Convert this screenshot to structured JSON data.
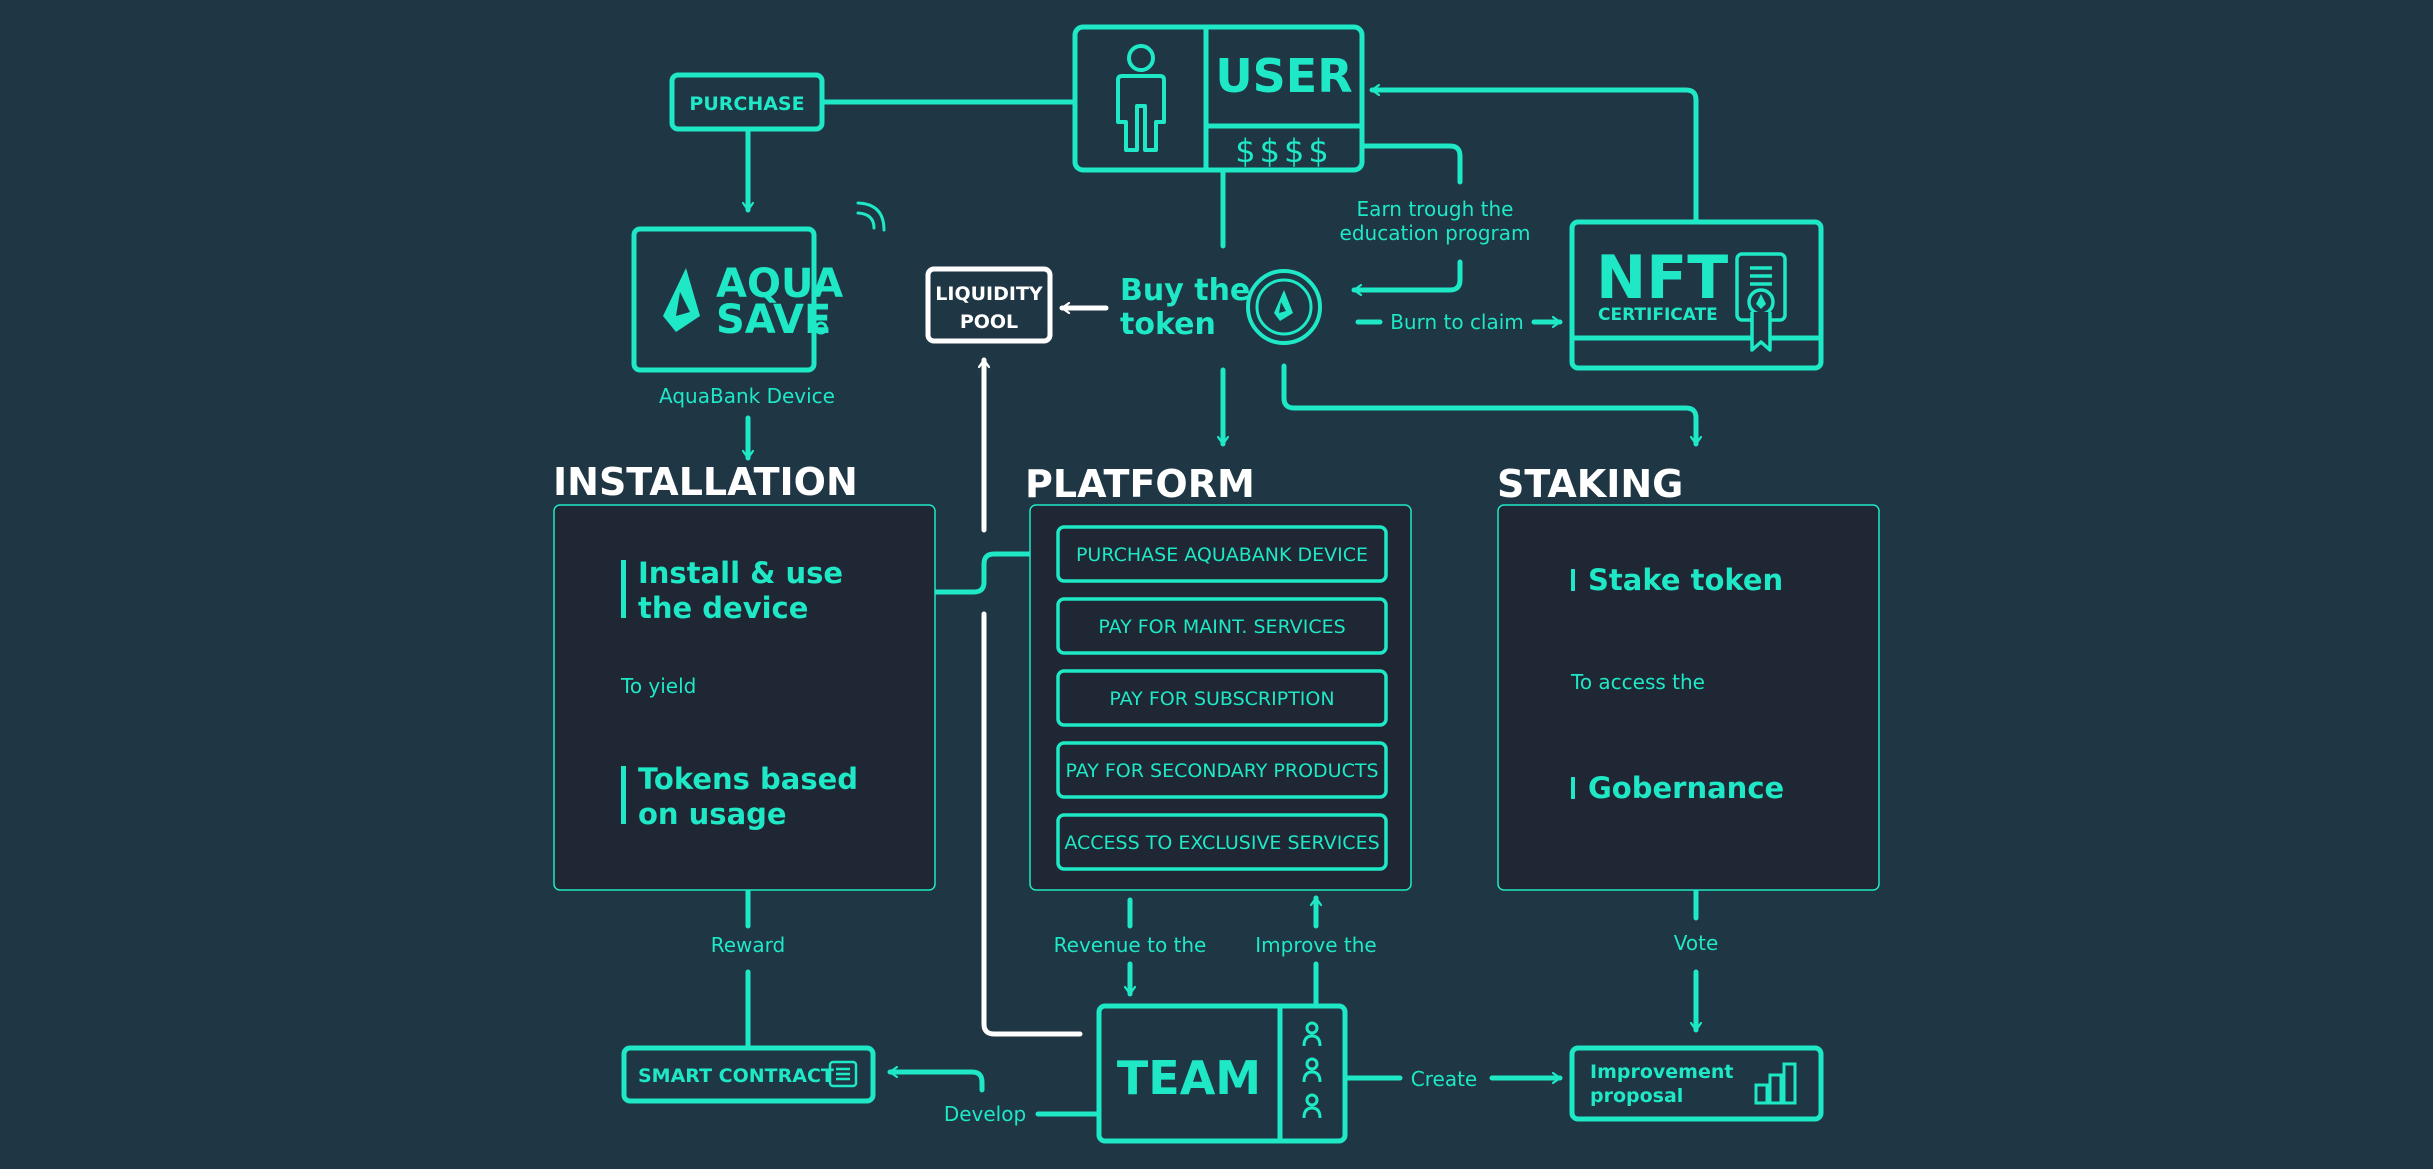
{
  "colors": {
    "accent": "#1ee8c5",
    "white": "#ffffff",
    "background": "#1f3645",
    "panel": "#1f2634"
  },
  "user": {
    "title": "USER",
    "money": "$$$$",
    "icon": "person-icon"
  },
  "purchase": {
    "label": "PURCHASE"
  },
  "aquasave": {
    "line1": "AQUA",
    "line2": "SAVE",
    "caption": "AquaBank Device",
    "icons": [
      "aquasave-logo-icon",
      "wireless-signal-icon"
    ]
  },
  "liquidity": {
    "line1": "LIQUIDITY",
    "line2": "POOL"
  },
  "token": {
    "line1": "Buy the",
    "line2": "token",
    "icon": "token-coin-icon"
  },
  "earn": {
    "line1": "Earn trough the",
    "line2": "education program"
  },
  "burn": {
    "label": "Burn to claim"
  },
  "nft": {
    "title": "NFT",
    "subtitle": "CERTIFICATE",
    "icon": "certificate-icon"
  },
  "installation": {
    "title": "INSTALLATION",
    "step1_line1": "Install & use",
    "step1_line2": "the device",
    "connector": "To yield",
    "step2_line1": "Tokens based",
    "step2_line2": "on usage"
  },
  "platform": {
    "title": "PLATFORM",
    "items": [
      "PURCHASE AQUABANK DEVICE",
      "PAY FOR MAINT. SERVICES",
      "PAY FOR SUBSCRIPTION",
      "PAY FOR SECONDARY PRODUCTS",
      "ACCESS TO EXCLUSIVE SERVICES"
    ]
  },
  "staking": {
    "title": "STAKING",
    "step1": "Stake token",
    "connector": "To access the",
    "step2": "Gobernance"
  },
  "reward": {
    "label": "Reward"
  },
  "revenue": {
    "label": "Revenue to the"
  },
  "improve": {
    "label": "Improve the"
  },
  "vote": {
    "label": "Vote"
  },
  "smart_contract": {
    "label": "SMART CONTRACT",
    "icon": "document-icon"
  },
  "develop": {
    "label": "Develop"
  },
  "team": {
    "label": "TEAM",
    "icon": "team-members-icon"
  },
  "create": {
    "label": "Create"
  },
  "proposal": {
    "line1": "Improvement",
    "line2": "proposal",
    "icon": "bar-chart-icon"
  }
}
